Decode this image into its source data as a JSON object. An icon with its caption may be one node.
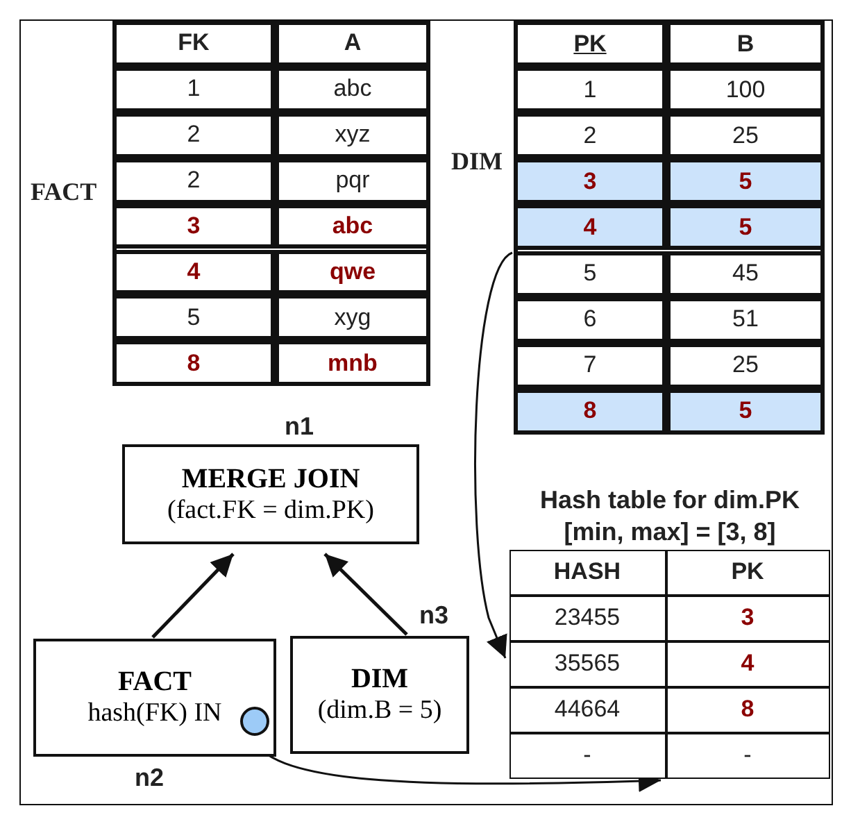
{
  "diagram": {
    "nodes": [
      {
        "text": [
          "FACT"
        ]
      },
      {
        "text": [
          "FK"
        ],
        "in": 0
      },
      {
        "text": [
          "A"
        ],
        "in": 0
      },
      {
        "text": [
          "1"
        ],
        "in": 0
      },
      {
        "text": [
          "abc"
        ],
        "in": 0
      },
      {
        "text": [
          "2"
        ],
        "in": 0
      },
      {
        "text": [
          "xyz"
        ],
        "in": 0
      },
      {
        "text": [
          "2"
        ],
        "in": 0
      },
      {
        "text": [
          "pqr"
        ],
        "in": 0
      },
      {
        "text": [
          "3"
        ],
        "in": 0
      },
      {
        "text": [
          "abc"
        ],
        "in": 0
      },
      {
        "text": [
          "4"
        ],
        "in": 0
      },
      {
        "text": [
          "qwe"
        ],
        "in": 0
      },
      {
        "text": [
          "5"
        ],
        "in": 0
      },
      {
        "text": [
          "xyg"
        ],
        "in": 0
      },
      {
        "text": [
          "8"
        ],
        "in": 0
      },
      {
        "text": [
          "mnb"
        ],
        "in": 0
      },
      {
        "text": [
          "DIM"
        ]
      },
      {
        "text": [
          "PK"
        ],
        "in": 17
      },
      {
        "text": [
          "B"
        ],
        "in": 17
      },
      {
        "text": [
          "1"
        ],
        "in": 17
      },
      {
        "text": [
          "100"
        ],
        "in": 17
      },
      {
        "text": [
          "2"
        ],
        "in": 17
      },
      {
        "text": [
          "25"
        ],
        "in": 17
      },
      {
        "text": [
          "3"
        ],
        "in": 17
      },
      {
        "text": [
          "5"
        ],
        "in": 17
      },
      {
        "text": [
          "4"
        ],
        "in": 17
      },
      {
        "text": [
          "5"
        ],
        "in": 17
      },
      {
        "text": [
          "5"
        ],
        "in": 17
      },
      {
        "text": [
          "45"
        ],
        "in": 17
      },
      {
        "text": [
          "6"
        ],
        "in": 17
      },
      {
        "text": [
          "51"
        ],
        "in": 17
      },
      {
        "text": [
          "7"
        ],
        "in": 17
      },
      {
        "text": [
          "25"
        ],
        "in": 17
      },
      {
        "text": [
          "8"
        ],
        "in": 17
      },
      {
        "text": [
          "5"
        ],
        "in": 17
      },
      {
        "text": [
          "MERGE JOIN",
          "(fact.FK = dim.PK)"
        ],
        "beside": [
          "n1"
        ]
      },
      {
        "text": [
          "FACT",
          "hash(FK) IN"
        ],
        "beside": [
          "n2"
        ]
      },
      {
        "text": [],
        "shape": "circle",
        "in": 37
      },
      {
        "text": [
          "DIM",
          "(dim.B = 5)"
        ],
        "beside": [
          "n3"
        ]
      },
      {
        "text": [
          "Hash table for dim.PK",
          "[min, max] = [3, 8]"
        ]
      },
      {
        "text": [
          "HASH"
        ],
        "in": 40
      },
      {
        "text": [
          "PK"
        ],
        "in": 40
      },
      {
        "text": [
          "23455"
        ],
        "in": 40
      },
      {
        "text": [
          "3"
        ],
        "in": 40
      },
      {
        "text": [
          "35565"
        ],
        "in": 40
      },
      {
        "text": [
          "4"
        ],
        "in": 40
      },
      {
        "text": [
          "44664"
        ],
        "in": 40
      },
      {
        "text": [
          "8"
        ],
        "in": 40
      },
      {
        "text": [
          "-"
        ],
        "in": 40
      },
      {
        "text": [
          "-"
        ],
        "in": 40
      }
    ],
    "edges": [
      {
        "from": 37,
        "to": 36,
        "arrow": "to"
      },
      {
        "from": 39,
        "to": 36,
        "arrow": "to"
      },
      {
        "from": 26,
        "to": 40,
        "arrow": "to"
      },
      {
        "from": 38,
        "to": 40,
        "arrow": "to"
      }
    ]
  }
}
